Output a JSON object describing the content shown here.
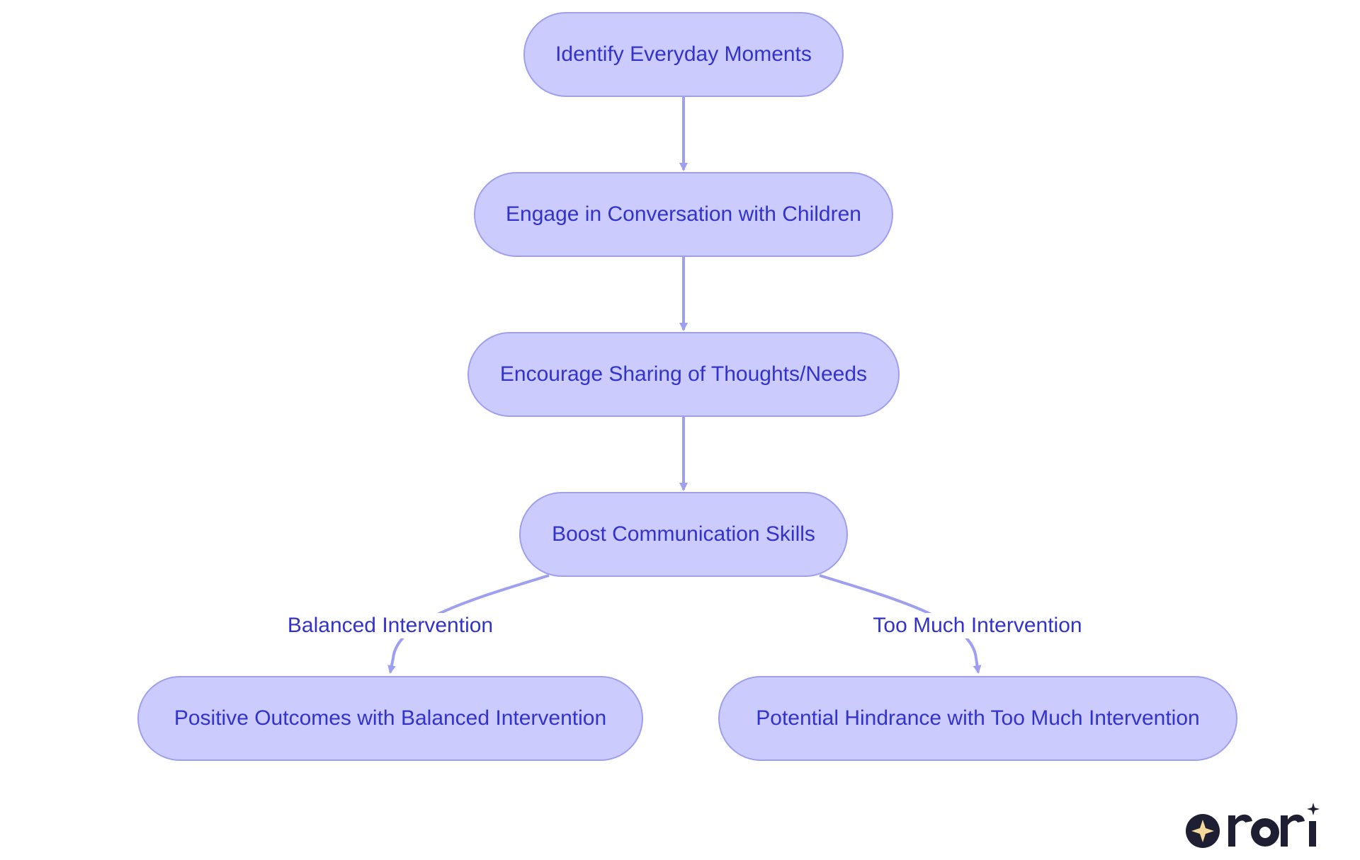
{
  "diagram": {
    "nodes": {
      "identify": "Identify Everyday Moments",
      "engage": "Engage in Conversation with Children",
      "encourage": "Encourage Sharing of Thoughts/Needs",
      "boost": "Boost Communication Skills",
      "positive": "Positive Outcomes with Balanced Intervention",
      "hindrance": "Potential Hindrance with Too Much Intervention"
    },
    "edge_labels": {
      "balanced": "Balanced Intervention",
      "too_much": "Too Much Intervention"
    },
    "colors": {
      "node_fill": "#cbcbfd",
      "node_border": "#9f9ff0",
      "text": "#3333cc",
      "edge": "#9f9ff0"
    }
  },
  "logo": {
    "text": "rori",
    "icon": "sparkle-icon"
  }
}
